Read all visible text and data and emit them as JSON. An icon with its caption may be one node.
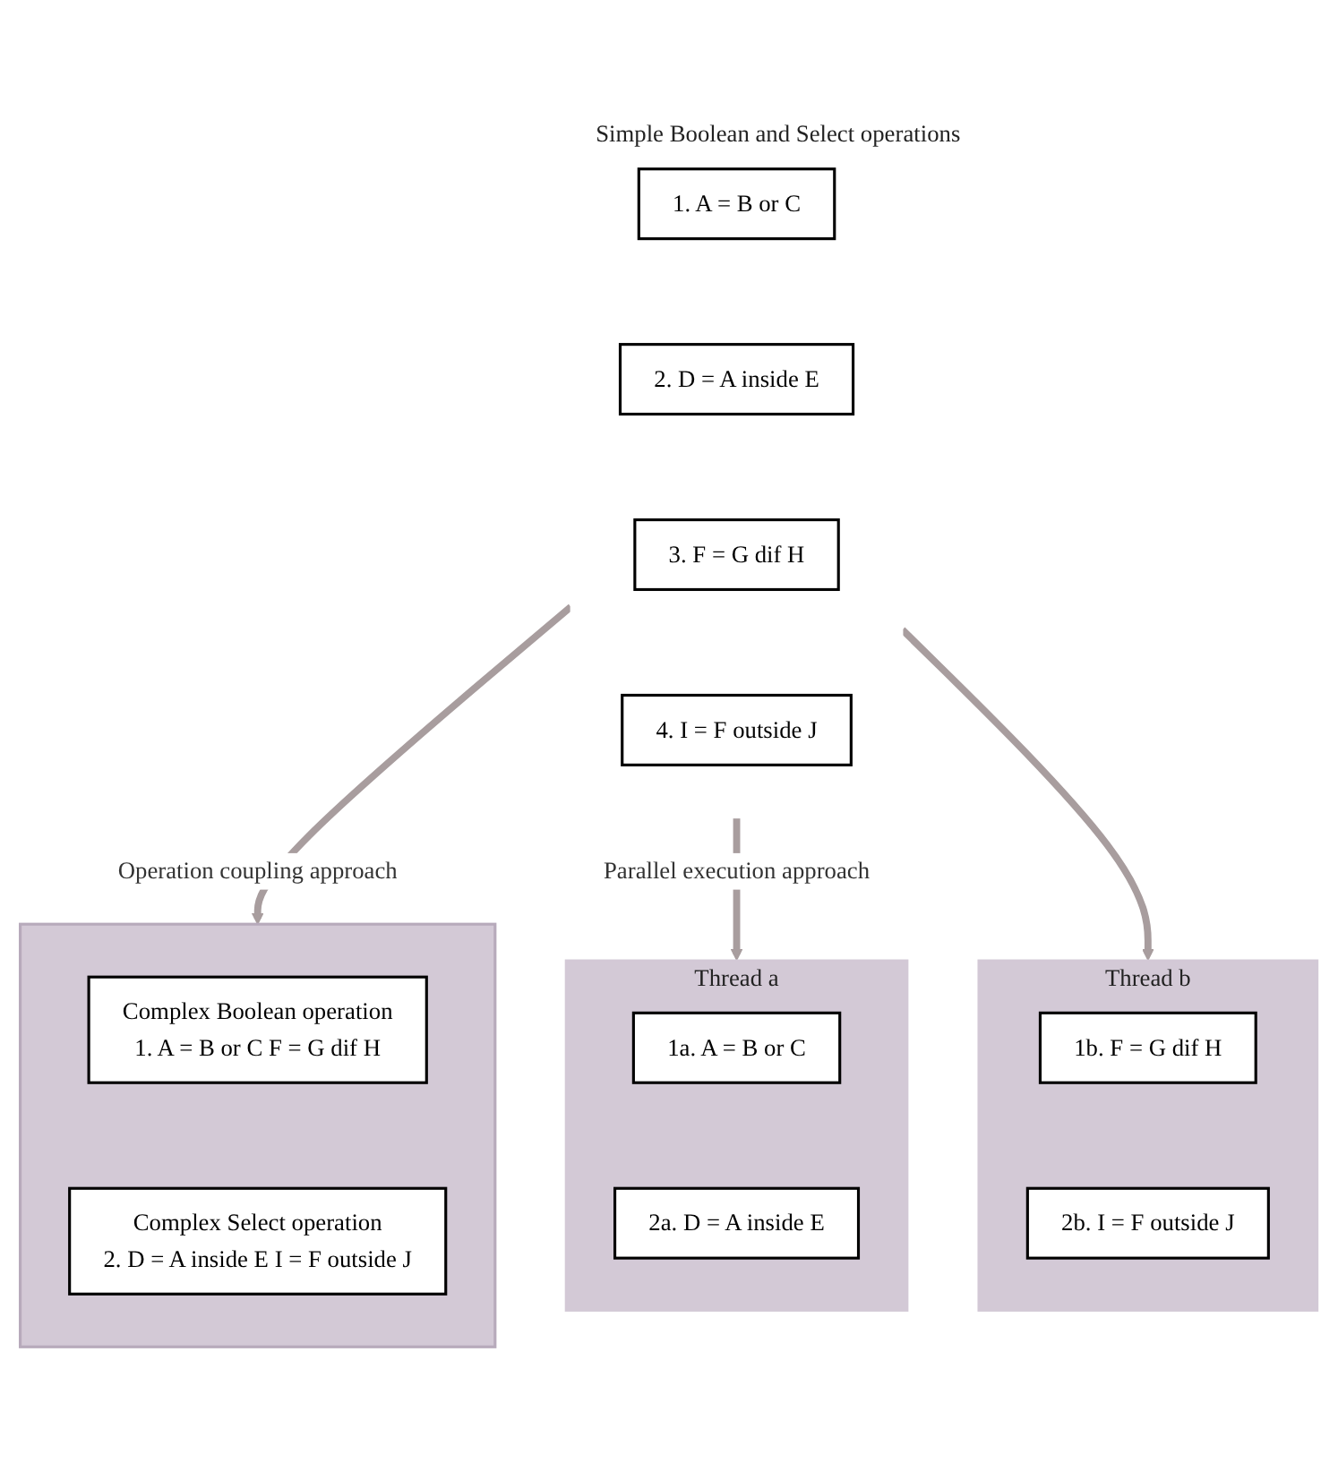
{
  "diagram": {
    "nodes": [
      {
        "text": [
          "Simple Boolean and Select operations"
        ]
      },
      {
        "text": [
          "1. A = B or C"
        ],
        "in": 0
      },
      {
        "text": [
          "2. D = A inside E"
        ],
        "in": 0
      },
      {
        "text": [
          "3. F = G dif H"
        ],
        "in": 0
      },
      {
        "text": [
          "4. I = F outside J"
        ],
        "in": 0
      },
      {
        "text": [],
        "shape": "arrow"
      },
      {
        "text": [
          "Complex Boolean operation",
          "1. A = B or C F = G dif H"
        ],
        "in": 5
      },
      {
        "text": [
          "Complex Select operation",
          "2. D = A inside E I = F outside J"
        ],
        "in": 5
      },
      {
        "text": [
          "Thread a"
        ]
      },
      {
        "text": [
          "1a. A = B or C"
        ],
        "in": 8
      },
      {
        "text": [
          "2a. D = A inside E"
        ],
        "in": 8
      },
      {
        "text": [
          "Thread b"
        ]
      },
      {
        "text": [
          "1b. F = G dif H"
        ],
        "in": 11
      },
      {
        "text": [
          "2b. I = F outside J"
        ],
        "in": 11
      }
    ],
    "edges": [
      {
        "from": 0,
        "to": 5,
        "arrow": "to",
        "label": "Operation coupling approach"
      },
      {
        "from": 0,
        "to": 8,
        "arrow": "to",
        "label": "Parallel execution approach"
      },
      {
        "from": 0,
        "to": 11,
        "arrow": "to"
      }
    ]
  }
}
